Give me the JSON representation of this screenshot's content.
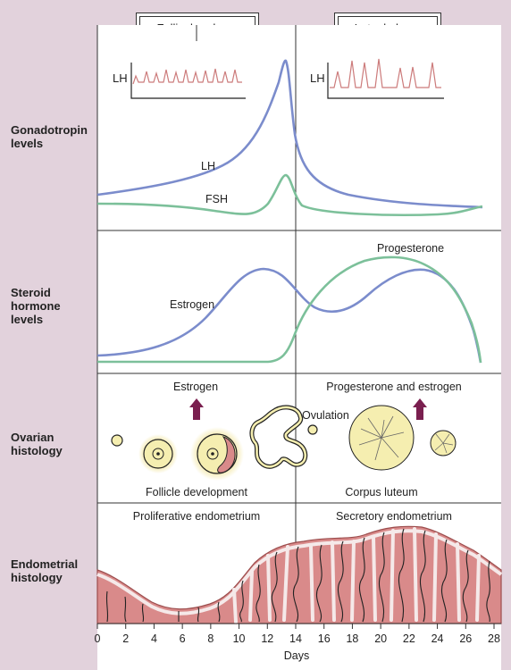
{
  "phases": {
    "follicular": "Follicular phase",
    "luteal": "Luteal phase"
  },
  "rows": {
    "gonadotropin": "Gonadotropin\nlevels",
    "steroid": "Steroid\nhormone\nlevels",
    "ovarian": "Ovarian\nhistology",
    "endometrial": "Endometrial\nhistology"
  },
  "curve_labels": {
    "lh_inset": "LH",
    "lh": "LH",
    "fsh": "FSH",
    "estrogen": "Estrogen",
    "progesterone": "Progesterone"
  },
  "ovary_labels": {
    "estrogen": "Estrogen",
    "progesterone_estrogen": "Progesterone and estrogen",
    "ovulation": "Ovulation",
    "follicle_development": "Follicle development",
    "corpus_luteum": "Corpus luteum"
  },
  "endometrium_labels": {
    "proliferative": "Proliferative endometrium",
    "secretory": "Secretory endometrium"
  },
  "axis": {
    "title": "Days",
    "ticks": [
      "0",
      "2",
      "4",
      "6",
      "8",
      "10",
      "12",
      "14",
      "16",
      "18",
      "20",
      "22",
      "24",
      "26",
      "28"
    ]
  },
  "colors": {
    "lh": "#7b8ccc",
    "fsh": "#7cc09a",
    "estrogen": "#7b8ccc",
    "progesterone": "#7cc09a",
    "pulse": "#cc7b7b",
    "arrow": "#7a1f4f",
    "follicle": "#f5eeb0",
    "endometrium": "#d98a8a"
  }
}
